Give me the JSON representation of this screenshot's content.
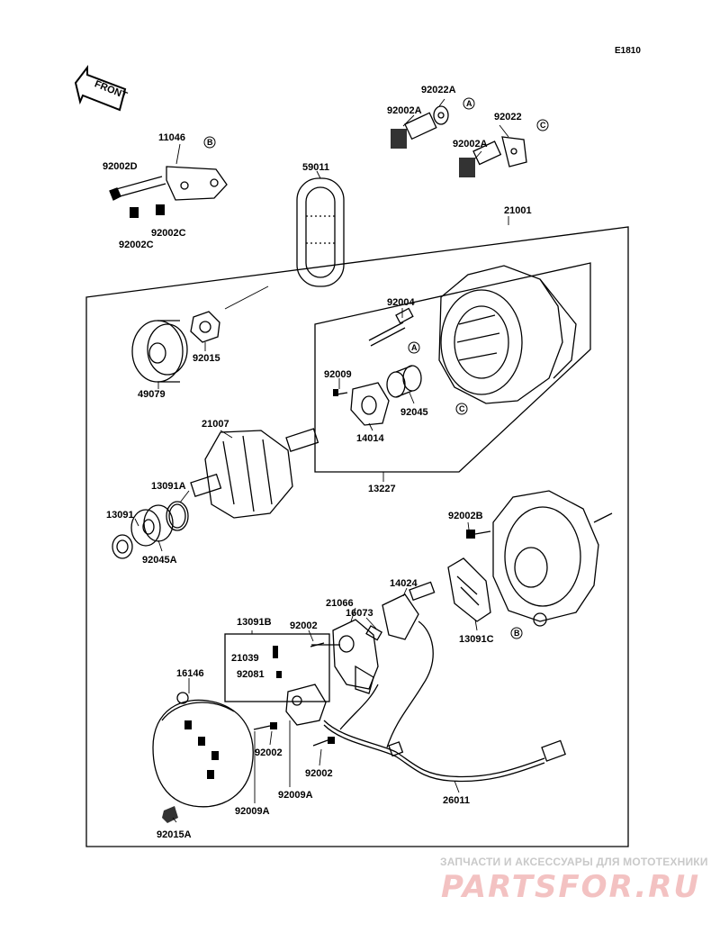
{
  "figure_code": "E1810",
  "front_arrow_text": "FRONT",
  "part_numbers": {
    "p92022A": "92022A",
    "p92002A_1": "92002A",
    "p92022": "92022",
    "p92002A_2": "92002A",
    "p11046": "11046",
    "p92002D": "92002D",
    "p92002C_1": "92002C",
    "p92002C_2": "92002C",
    "p59011": "59011",
    "p21001": "21001",
    "p92004": "92004",
    "p92015": "92015",
    "p49079": "49079",
    "p92009": "92009",
    "p92045": "92045",
    "p14014": "14014",
    "p13227": "13227",
    "p21007": "21007",
    "p13091A": "13091A",
    "p13091": "13091",
    "p92045A": "92045A",
    "p92002B": "92002B",
    "p14024": "14024",
    "p21066": "21066",
    "p16073": "16073",
    "p13091B": "13091B",
    "p92002_1": "92002",
    "p13091C": "13091C",
    "p21039": "21039",
    "p92081": "92081",
    "p16146": "16146",
    "p92002_2": "92002",
    "p92002_3": "92002",
    "p92009A_1": "92009A",
    "p92009A_2": "92009A",
    "p26011": "26011",
    "p92015A": "92015A"
  },
  "callouts": {
    "a1": "A",
    "a2": "A",
    "b1": "B",
    "b2": "B",
    "c1": "C",
    "c2": "C"
  },
  "watermark": {
    "tagline": "ЗАПЧАСТИ И АКСЕССУАРЫ ДЛЯ МОТОТЕХНИКИ",
    "logo": "PARTSFOR.RU"
  }
}
